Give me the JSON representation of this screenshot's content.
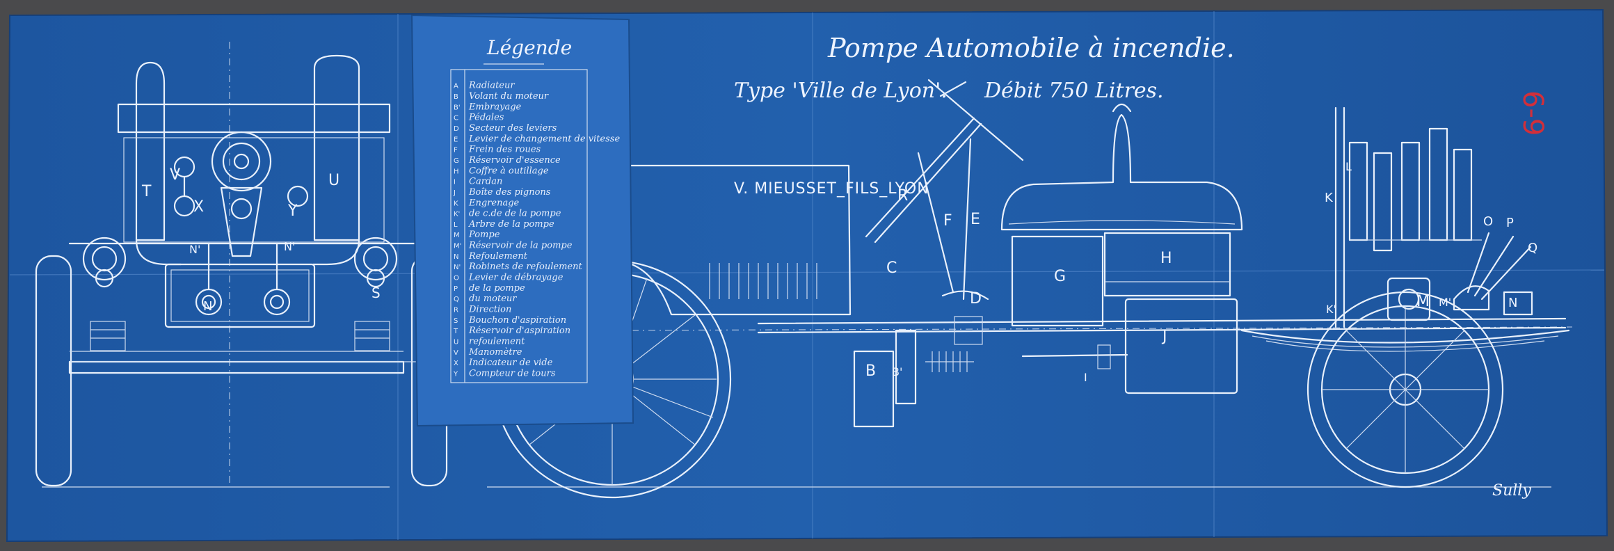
{
  "title": "Pompe Automobile à incendie.",
  "subtitle_type": "Type 'Ville de Lyon'.",
  "subtitle_debit": "Débit 750 Litres.",
  "maker_plate": "V. MIEUSSET_FILS_LYON",
  "red_mark": "6-9",
  "colors": {
    "blueprint": "#1f5aa6",
    "legend_paper": "#2d6dbf",
    "ink": "#e8f0fb",
    "red_mark": "#d22f3a",
    "background": "#4a4a4c"
  },
  "legend": {
    "heading": "Légende",
    "entries": [
      {
        "key": "A",
        "text": "Radiateur"
      },
      {
        "key": "B",
        "text": "Volant du moteur"
      },
      {
        "key": "B'",
        "text": "Embrayage"
      },
      {
        "key": "C",
        "text": "Pédales"
      },
      {
        "key": "D",
        "text": "Secteur des leviers"
      },
      {
        "key": "E",
        "text": "Levier de changement de vitesse"
      },
      {
        "key": "F",
        "text": "Frein des roues"
      },
      {
        "key": "G",
        "text": "Réservoir d'essence"
      },
      {
        "key": "H",
        "text": "Coffre à outillage"
      },
      {
        "key": "I",
        "text": "Cardan"
      },
      {
        "key": "J",
        "text": "Boîte des pignons"
      },
      {
        "key": "K",
        "text": "Engrenage"
      },
      {
        "key": "K'",
        "text": "de c.de de la pompe"
      },
      {
        "key": "L",
        "text": "Arbre de la pompe"
      },
      {
        "key": "M",
        "text": "Pompe"
      },
      {
        "key": "M'",
        "text": "Réservoir de la pompe"
      },
      {
        "key": "N",
        "text": "Refoulement"
      },
      {
        "key": "N'",
        "text": "Robinets de refoulement"
      },
      {
        "key": "O",
        "text": "Levier de débrayage"
      },
      {
        "key": "P",
        "text": "de la pompe"
      },
      {
        "key": "Q",
        "text": "du moteur"
      },
      {
        "key": "R",
        "text": "Direction"
      },
      {
        "key": "S",
        "text": "Bouchon d'aspiration"
      },
      {
        "key": "T",
        "text": "Réservoir d'aspiration"
      },
      {
        "key": "U",
        "text": "refoulement"
      },
      {
        "key": "V",
        "text": "Manomètre"
      },
      {
        "key": "X",
        "text": "Indicateur de vide"
      },
      {
        "key": "Y",
        "text": "Compteur de tours"
      }
    ]
  },
  "front_view_labels": [
    "T",
    "U",
    "V",
    "X",
    "Y",
    "N'",
    "N'",
    "N",
    "S"
  ],
  "side_view_labels": [
    "R",
    "F",
    "E",
    "C",
    "D",
    "G",
    "H",
    "J",
    "I",
    "B",
    "B'",
    "K",
    "L",
    "K'",
    "M",
    "M'",
    "N",
    "O",
    "P",
    "Q"
  ],
  "signature": "Sully"
}
